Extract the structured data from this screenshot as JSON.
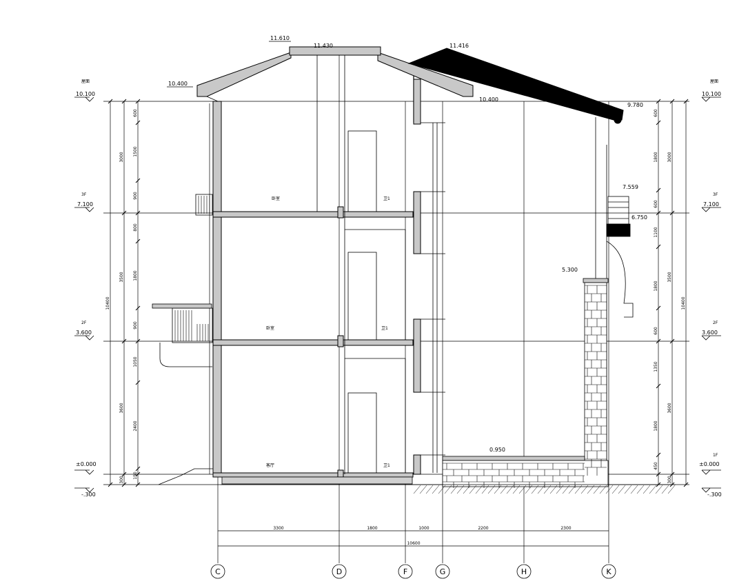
{
  "elevations": {
    "top_left": "11.610",
    "top_mid": "11.430",
    "top_right": "11.416",
    "eave_left": "10.400",
    "eave_right": "10.400",
    "right_eave": "9.780",
    "canopy_top": "7.559",
    "canopy_mid": "6.750",
    "wall_top": "5.300",
    "terrace": "0.950"
  },
  "left_levels": {
    "roof_tag": "屋面",
    "roof": "10.100",
    "f3_tag": "3F",
    "f3": "7.100",
    "f2_tag": "2F",
    "f2": "3.600",
    "f1": "±0.000",
    "ground": "-.300"
  },
  "right_levels": {
    "roof_tag": "屋面",
    "roof": "10.100",
    "f3_tag": "3F",
    "f3": "7.100",
    "f2_tag": "2F",
    "f2": "3.600",
    "f1_tag": "1F",
    "f1": "±0.000",
    "ground": "-.300"
  },
  "left_dims": {
    "total": "10400",
    "outer": [
      "3000",
      "3500",
      "3600",
      "300"
    ],
    "inner": [
      "600",
      "1500",
      "900",
      "800",
      "1800",
      "900",
      "1050",
      "2400",
      "150"
    ]
  },
  "right_dims": {
    "total": "10400",
    "outer": [
      "3000",
      "3500",
      "3600",
      "300"
    ],
    "inner": [
      "600",
      "1800",
      "600",
      "1100",
      "1800",
      "600",
      "1350",
      "1800",
      "450"
    ]
  },
  "bottom_dims": {
    "segments": [
      "3300",
      "1800",
      "1000",
      "2200",
      "2300"
    ],
    "total": "10600"
  },
  "axes": [
    "C",
    "D",
    "F",
    "G",
    "H",
    "K"
  ],
  "room_labels": {
    "f3_room": "卧室",
    "f3_bath": "卫1",
    "f2_room": "卧室",
    "f2_bath": "卫1",
    "f1_room": "客厅",
    "f1_bath": "卫1"
  }
}
